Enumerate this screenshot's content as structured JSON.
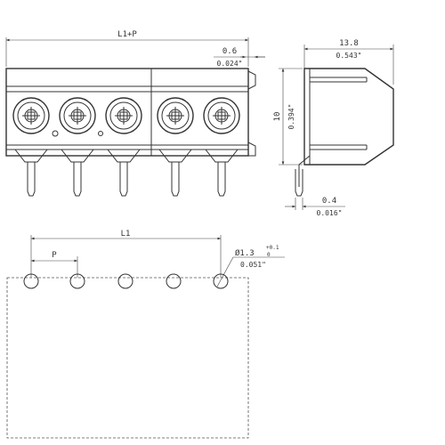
{
  "front_view": {
    "overall_label": "L1+P",
    "offset_mm": "0.6",
    "offset_in": "0.024\"",
    "screw_count": 5
  },
  "side_view": {
    "depth_mm": "13.8",
    "depth_in": "0.543\"",
    "height_mm": "10",
    "height_in": "0.394\"",
    "pin_mm": "0.4",
    "pin_in": "0.016\""
  },
  "pcb_layout": {
    "span_label": "L1",
    "pitch_label": "P",
    "hole_dia": "Ø1.3",
    "hole_tol_plus": "+0.1",
    "hole_tol_minus": "0",
    "hole_in": "0.051\"",
    "hole_count": 5
  }
}
